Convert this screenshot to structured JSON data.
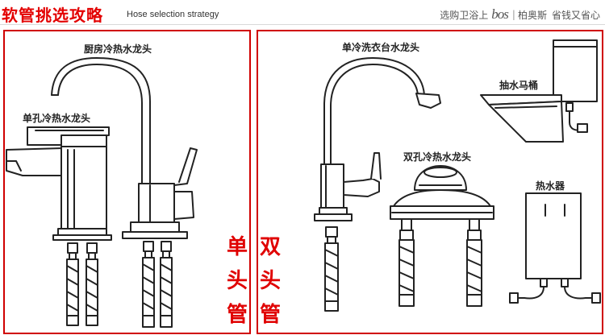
{
  "header": {
    "title_cn": "软管挑选攻略",
    "title_en": "Hose selection strategy",
    "slogan_pre": "选购卫浴上",
    "logo": "bos",
    "brand": "柏奥斯",
    "slogan_post": "省钱又省心"
  },
  "left_panel": {
    "label_kitchen": "厨房冷热水龙头",
    "label_single_hole": "单孔冷热水龙头",
    "big": [
      "单",
      "头",
      "管"
    ]
  },
  "right_panel": {
    "label_laundry": "单冷洗衣台水龙头",
    "label_toilet": "抽水马桶",
    "label_double_hole": "双孔冷热水龙头",
    "label_heater": "热水器",
    "big": [
      "双",
      "头",
      "管"
    ]
  },
  "colors": {
    "accent": "#e00000",
    "line": "#222222"
  }
}
